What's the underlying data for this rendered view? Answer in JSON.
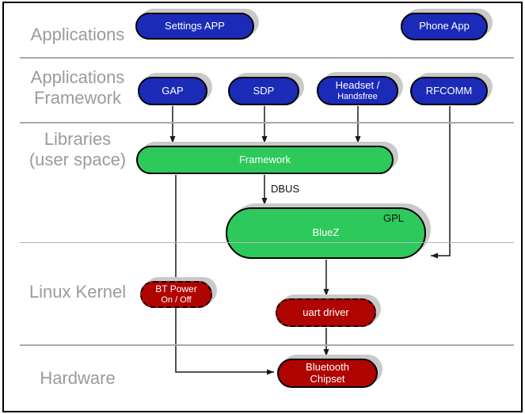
{
  "diagram": {
    "type": "layered-architecture",
    "subject": "Bluetooth software stack"
  },
  "layers": {
    "applications": {
      "label": "Applications"
    },
    "applications_framework": {
      "line1": "Applications",
      "line2": "Framework"
    },
    "libraries": {
      "line1": "Libraries",
      "line2": "(user space)"
    },
    "linux_kernel": {
      "label": "Linux Kernel"
    },
    "hardware": {
      "label": "Hardware"
    }
  },
  "nodes": {
    "settings_app": {
      "label": "Settings APP",
      "layer": "applications",
      "fill": "#1b2bb8"
    },
    "phone_app": {
      "label": "Phone App",
      "layer": "applications",
      "fill": "#1b2bb8"
    },
    "gap": {
      "label": "GAP",
      "layer": "applications_framework",
      "fill": "#1b2bb8"
    },
    "sdp": {
      "label": "SDP",
      "layer": "applications_framework",
      "fill": "#1b2bb8"
    },
    "headset": {
      "line1": "Headset /",
      "line2": "Handsfree",
      "layer": "applications_framework",
      "fill": "#1b2bb8"
    },
    "rfcomm": {
      "label": "RFCOMM",
      "layer": "applications_framework",
      "fill": "#1b2bb8"
    },
    "framework": {
      "label": "Framework",
      "layer": "libraries",
      "fill": "#2ec95c"
    },
    "bluez": {
      "label": "BlueZ",
      "tag": "GPL",
      "layer": "libraries",
      "fill": "#2ec95c"
    },
    "bt_power": {
      "line1": "BT Power",
      "line2": "On / Off",
      "layer": "linux_kernel",
      "fill": "#b00400",
      "border_style": "dashed"
    },
    "uart_driver": {
      "label": "uart driver",
      "layer": "linux_kernel",
      "fill": "#b00400",
      "border_style": "dashed"
    },
    "bluetooth_chipset": {
      "line1": "Bluetooth",
      "line2": "Chipset",
      "layer": "hardware",
      "fill": "#b00400"
    }
  },
  "edges": [
    {
      "from": "gap",
      "to": "framework"
    },
    {
      "from": "sdp",
      "to": "framework"
    },
    {
      "from": "headset",
      "to": "framework"
    },
    {
      "from": "framework",
      "to": "bluez",
      "label": "DBUS"
    },
    {
      "from": "rfcomm",
      "to": "bluez"
    },
    {
      "from": "bluez",
      "to": "uart_driver"
    },
    {
      "from": "uart_driver",
      "to": "bluetooth_chipset"
    },
    {
      "from": "framework",
      "to": "bluetooth_chipset"
    }
  ],
  "colors": {
    "application_blue": "#1b2bb8",
    "library_green": "#2ec95c",
    "kernel_red": "#b00400",
    "layer_label_gray": "#9b9b9b",
    "separator_gray": "#a9a9a9",
    "shadow_gray": "#c9c9c9",
    "connector_black": "#1a1a1a"
  }
}
